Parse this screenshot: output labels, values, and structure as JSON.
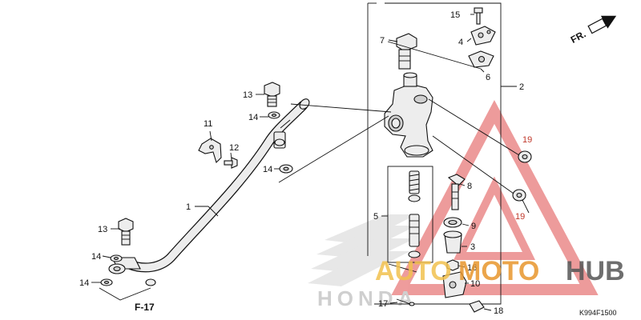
{
  "callouts": {
    "c1": "1",
    "c2": "2",
    "c3": "3",
    "c4": "4",
    "c5": "5",
    "c6": "6",
    "c7": "7",
    "c8": "8",
    "c9": "9",
    "c10": "10",
    "c11": "11",
    "c12": "12",
    "c13a": "13",
    "c13b": "13",
    "c14a": "14",
    "c14b": "14",
    "c14c": "14",
    "c14d": "14",
    "c15": "15",
    "c16": "16",
    "c17": "17",
    "c18": "18",
    "c19a": "19",
    "c19b": "19"
  },
  "reference": "F-17",
  "direction": "FR.",
  "diagram_code": "K994F1500",
  "watermark": {
    "brand_part1": "AUTO",
    "brand_part2": "MOTO",
    "brand_part3": "HUB",
    "logo_text": "HONDA",
    "colors": {
      "auto": "#f2c14e",
      "moto": "#e8962c",
      "hub": "#555555",
      "triangle": "#e04a4a"
    }
  }
}
